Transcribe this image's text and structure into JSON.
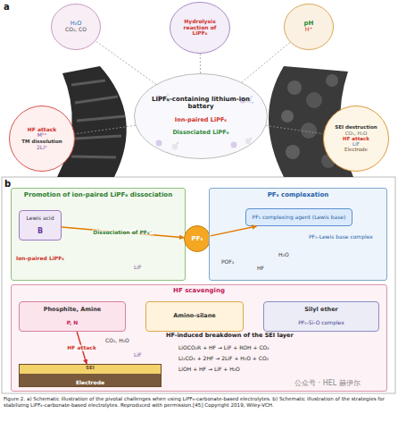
{
  "diagram": {
    "caption": "Figure 2. a) Schematic illustration of the pivotal challenges when using LiPF₆-carbonate-based electrolytes. b) Schematic illustration of the strategies for stabilizing LiPF₆-carbonate-based electrolytes. Reproduced with permission.[45] Copyright 2019, Wiley-VCH.",
    "nodes": [
      {
        "text": [
          "H₂O",
          "CO₂, CO"
        ]
      },
      {
        "text": [
          "Hydrolysis reaction of LiPF₆"
        ]
      },
      {
        "text": [
          "pH",
          "H⁺"
        ]
      },
      {
        "text": [
          "LiPF₆-containing lithium-ion battery",
          "Ion-paired LiPF₆",
          "Dissociated LiPF₆"
        ]
      },
      {
        "text": [
          "HF attack",
          "M²⁺",
          "TM dissolution",
          "2Li⁺"
        ]
      },
      {
        "text": [
          "SEI destruction",
          "CO₂, H₂O",
          "HF attack",
          "LiF",
          "Electrode"
        ]
      },
      {
        "text": [
          "Promotion of ion-paired LiPF₆ dissociation"
        ]
      },
      {
        "text": [
          "Lewis acid",
          "B"
        ],
        "in": 6
      },
      {
        "text": [
          "PF₅"
        ]
      },
      {
        "text": [
          "PF₅ complexation"
        ]
      },
      {
        "text": [
          "PF₅ complexing agent (Lewis base)"
        ],
        "in": 9
      },
      {
        "text": [
          "HF scavenging"
        ]
      },
      {
        "text": [
          "Phosphite, Amine",
          "P, N"
        ],
        "in": 11
      },
      {
        "text": [
          "Amino-silane"
        ],
        "in": 11
      },
      {
        "text": [
          "Silyl ether",
          "PF₅-Si-O complex"
        ],
        "in": 11
      },
      {
        "text": [
          "SEI",
          "Electrode"
        ],
        "in": 11
      }
    ],
    "edges": [
      {
        "from": 3,
        "to": 0,
        "arrow": "none"
      },
      {
        "from": 3,
        "to": 1,
        "arrow": "none"
      },
      {
        "from": 3,
        "to": 2,
        "arrow": "none"
      },
      {
        "from": 3,
        "to": 4,
        "arrow": "none"
      },
      {
        "from": 3,
        "to": 5,
        "arrow": "none"
      },
      {
        "from": 7,
        "to": 8,
        "arrow": "to",
        "label": "Dissociation of PF₆⁻"
      },
      {
        "from": 8,
        "to": 10,
        "arrow": "to"
      },
      {
        "from": 12,
        "to": 15,
        "arrow": "to",
        "label": "HF attack"
      }
    ],
    "labels": [
      "a",
      "b",
      "Ion-paired LiPF₆",
      "LiF",
      "PF₅-Lewis base complex",
      "POF₃",
      "HF",
      "H₂O",
      "CO₂, H₂O",
      "LiF",
      "HF-induced breakdown of the SEI layer",
      "LiOCO₂R + HF → LiF + ROH + CO₂",
      "Li₂CO₃ + 2HF → 2LiF + H₂O + CO₂",
      "LiOH + HF → LiF + H₂O",
      "公众号 · HEL 赫伊尔"
    ]
  }
}
